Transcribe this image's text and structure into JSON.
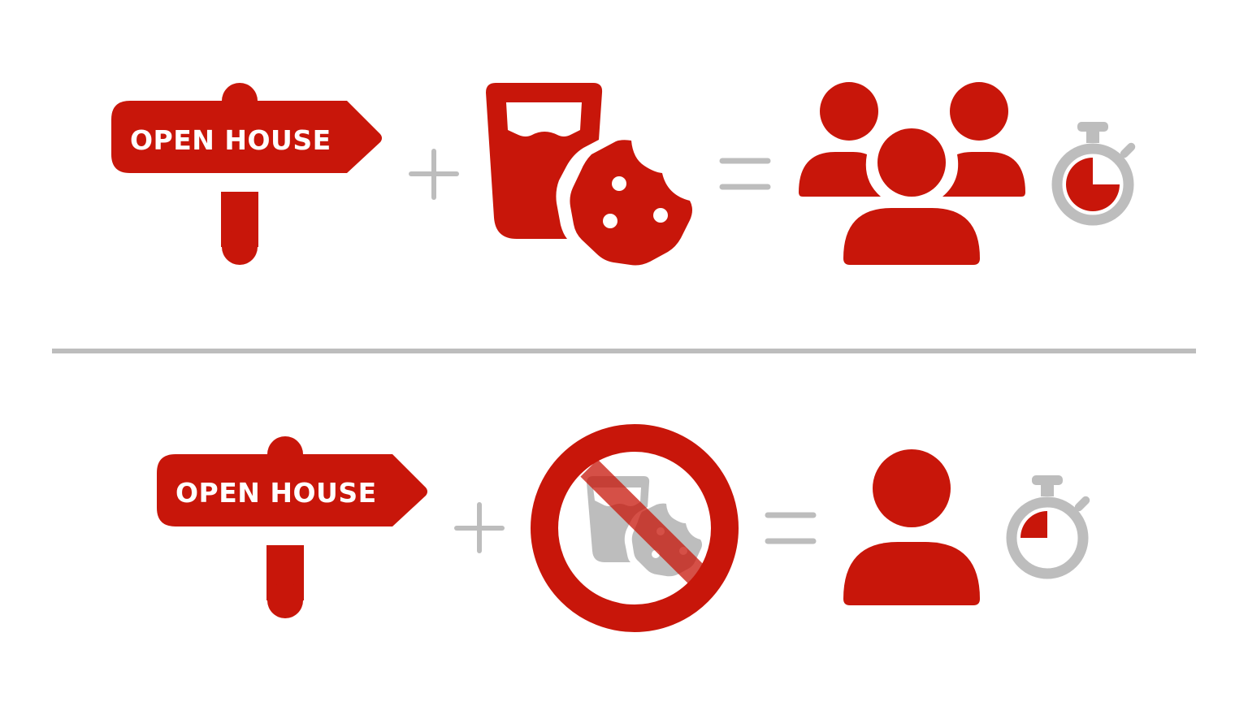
{
  "colors": {
    "accent": "#c8160a",
    "muted": "#bdbdbd",
    "background": "#ffffff",
    "faded_red": "#9a1508"
  },
  "rows": [
    {
      "sign": {
        "label": "OPEN HOUSE",
        "icon": "signpost-icon"
      },
      "operator_plus": "plus-icon",
      "refreshments": {
        "icon": "drink-and-cookie-icon",
        "state": "offered"
      },
      "operator_equals": "equals-icon",
      "visitors": {
        "icon": "group-of-people-icon",
        "count": 3
      },
      "time": {
        "icon": "stopwatch-icon",
        "elapsed_fraction": 0.75
      }
    },
    {
      "sign": {
        "label": "OPEN HOUSE",
        "icon": "signpost-icon"
      },
      "operator_plus": "plus-icon",
      "refreshments": {
        "icon": "no-drink-and-cookie-icon",
        "state": "prohibited"
      },
      "operator_equals": "equals-icon",
      "visitors": {
        "icon": "single-person-icon",
        "count": 1
      },
      "time": {
        "icon": "stopwatch-icon",
        "elapsed_fraction": 0.25
      }
    }
  ]
}
